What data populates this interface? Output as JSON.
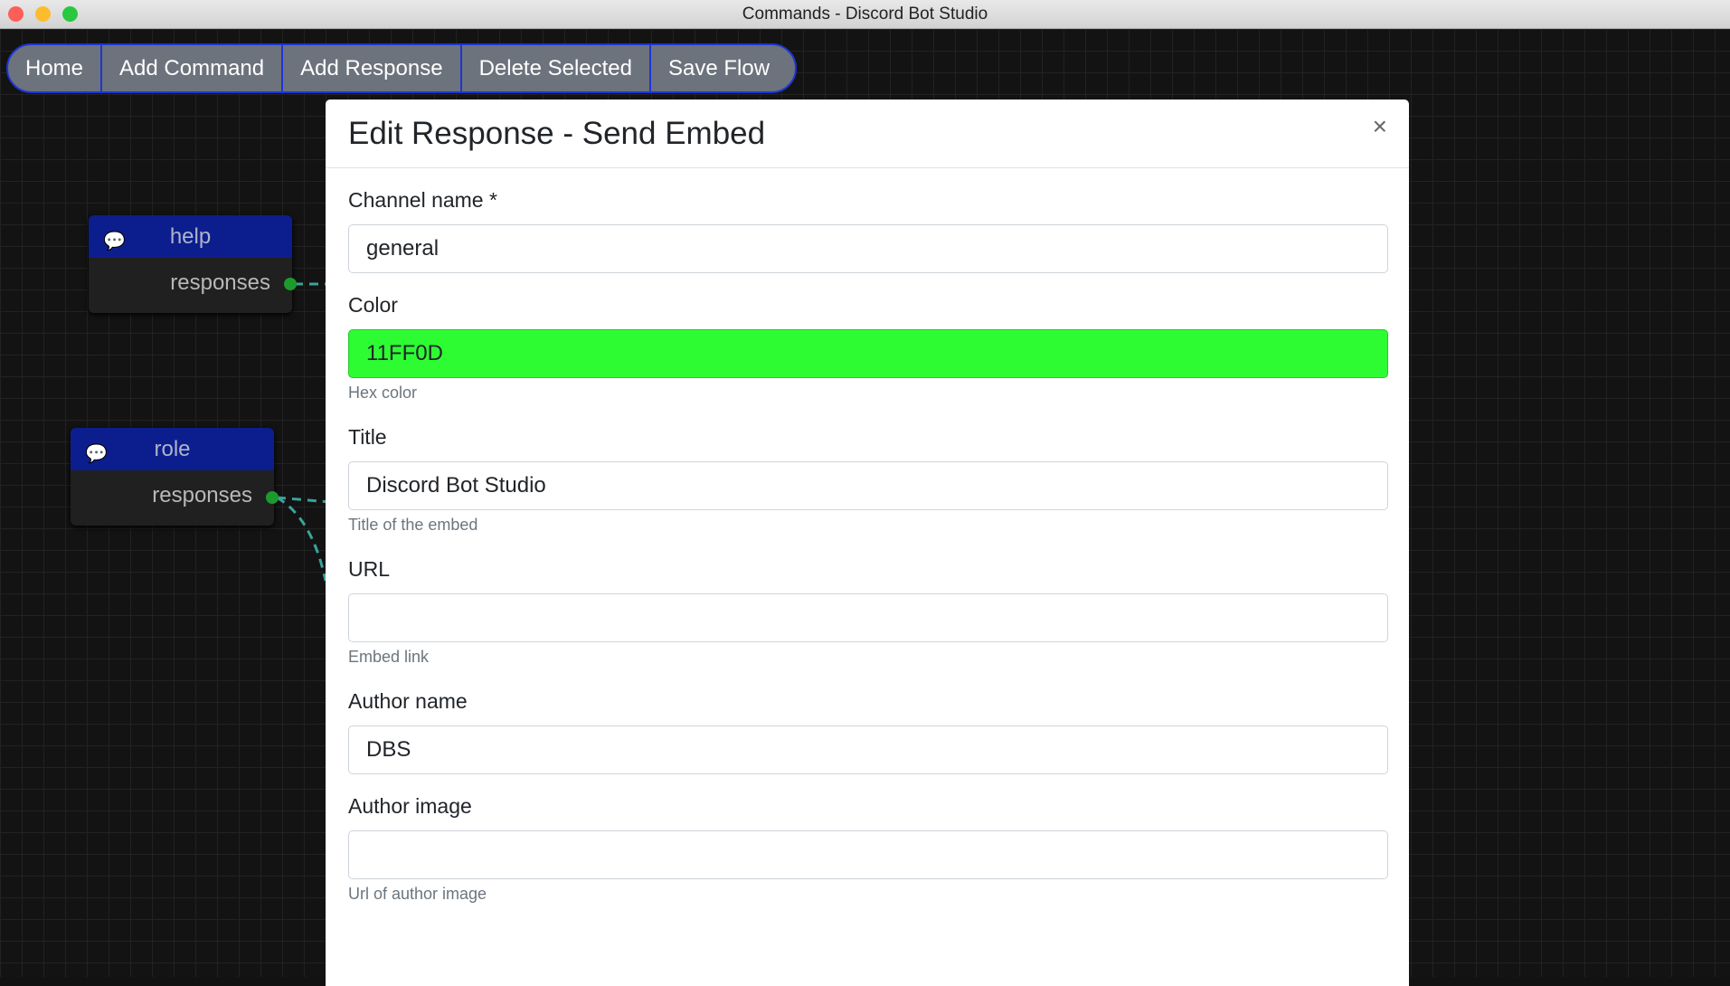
{
  "window": {
    "title": "Commands - Discord Bot Studio"
  },
  "toolbar": {
    "items": [
      "Home",
      "Add Command",
      "Add Response",
      "Delete Selected",
      "Save Flow"
    ]
  },
  "nodes": [
    {
      "title": "help",
      "output": "responses"
    },
    {
      "title": "role",
      "output": "responses"
    }
  ],
  "modal": {
    "title": "Edit Response - Send Embed",
    "close": "×",
    "fields": [
      {
        "label": "Channel name *",
        "value": "general",
        "help": ""
      },
      {
        "label": "Color",
        "value": "11FF0D",
        "help": "Hex color",
        "color": "#2efc33"
      },
      {
        "label": "Title",
        "value": "Discord Bot Studio",
        "help": "Title of the embed"
      },
      {
        "label": "URL",
        "value": "",
        "help": "Embed link"
      },
      {
        "label": "Author name",
        "value": "DBS",
        "help": ""
      },
      {
        "label": "Author image",
        "value": "",
        "help": "Url of author image"
      }
    ]
  }
}
